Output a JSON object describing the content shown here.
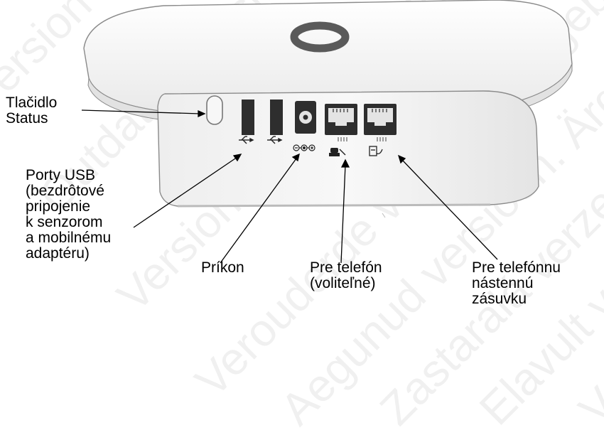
{
  "labels": {
    "status_button": "Tlačidlo\nStatus",
    "usb_ports": "Porty USB\n(bezdrôtové\npripojenie\nk senzorom\na mobilnému\nadaptéru)",
    "power": "Príkon",
    "phone": "Pre telefón\n(voliteľné)",
    "wall_jack": "Pre telefónnu\nnástennú\nzásuvku"
  },
  "watermark": {
    "lines": [
      "Version obsolète. Ne pas utiliser.",
      "Outdated version. Do not use.",
      "Versione obsoleta. Non utilizzare.",
      "Verouderde versie. Niet gebruiken.",
      "Aegunud versioon. Ärge kasutage.",
      "Zastaralá verze. Nepoužívat.",
      "Elavult verzió. Ne használja!",
      "Versão obsoleta. Não utilize.",
      "Föråldrad version. Använd ej.",
      "Wersja nieaktualna. Nie używać.",
      "Utdatert versjon. Skal ikke brukes.",
      "Zastaraná verzia. Nepoužívať."
    ]
  },
  "colors": {
    "device_body": "#f4f4f4",
    "device_outline": "#8a8a8a",
    "port_dark": "#2e2e2e",
    "accent_ring": "#5a5a5a"
  }
}
